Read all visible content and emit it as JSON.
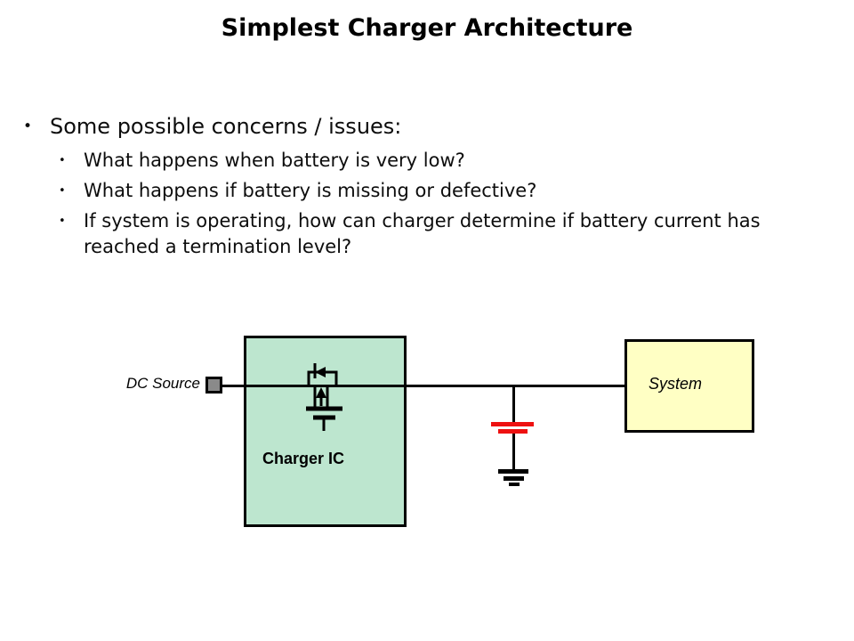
{
  "slide": {
    "title": "Simplest Charger Architecture",
    "bullet_char": "•",
    "main_bullet": "Some possible concerns / issues:",
    "sub_bullets": [
      "What happens when battery is very low?",
      "What happens if battery is missing or defective?",
      "If system is operating, how can charger determine if battery current has reached a termination level?"
    ]
  },
  "diagram": {
    "dc_source_label": "DC Source",
    "charger_ic_label": "Charger IC",
    "system_label": "System",
    "colors": {
      "charger_box_fill": "#bde6cf",
      "system_box_fill": "#ffffc4",
      "battery_bar_red": "#ee1111",
      "wire": "#000000",
      "connector_fill": "#8a8a8a"
    }
  }
}
